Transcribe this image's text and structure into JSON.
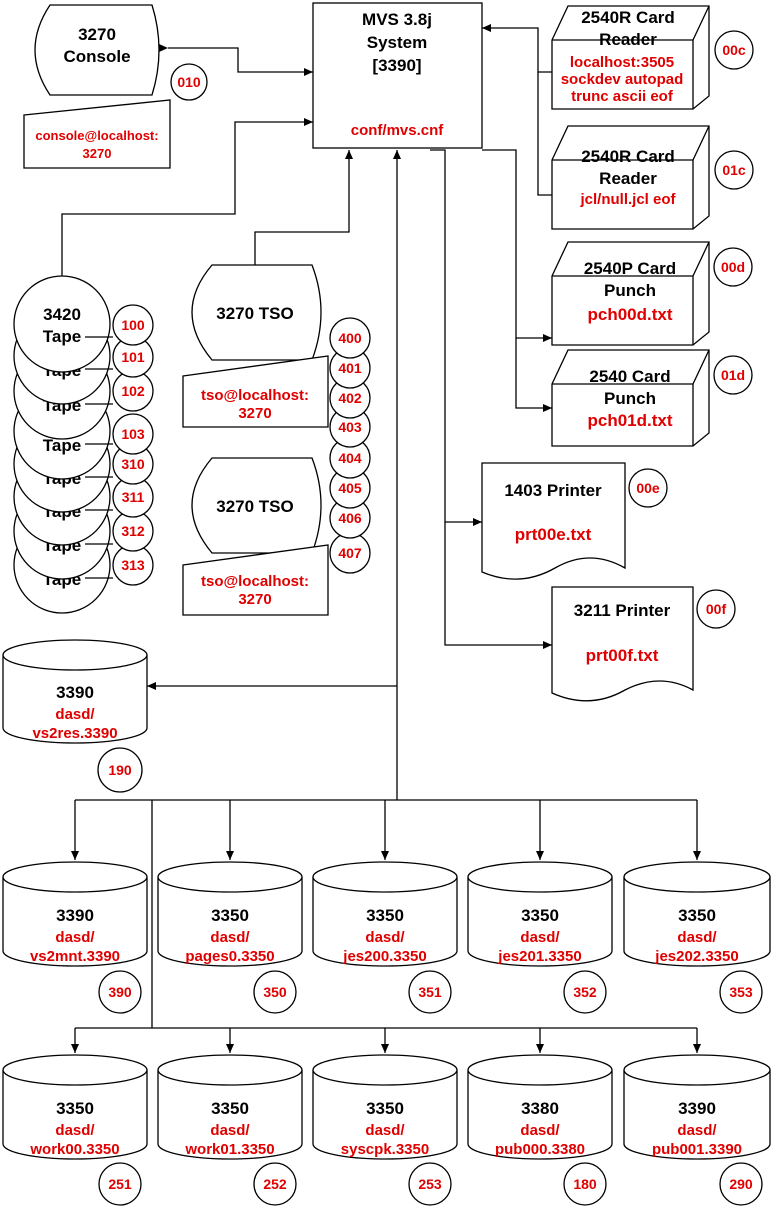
{
  "colors": {
    "label": "#000000",
    "detail": "#e00000",
    "line": "#000000",
    "background": "#ffffff"
  },
  "system": {
    "title_lines": [
      "MVS 3.8j",
      "System",
      "[3390]"
    ],
    "config": "conf/mvs.cnf"
  },
  "console": {
    "title_lines": [
      "3270",
      "Console"
    ],
    "address": "010",
    "terminal_lines": [
      "console@localhost:",
      "3270"
    ]
  },
  "readers": [
    {
      "title_lines": [
        "2540R Card",
        "Reader"
      ],
      "detail_lines": [
        "localhost:3505",
        "sockdev autopad",
        "trunc ascii eof"
      ],
      "address": "00c"
    },
    {
      "title_lines": [
        "2540R Card",
        "Reader"
      ],
      "detail_lines": [
        "jcl/null.jcl eof"
      ],
      "address": "01c"
    }
  ],
  "punches": [
    {
      "title_lines": [
        "2540P Card",
        "Punch"
      ],
      "detail": "pch00d.txt",
      "address": "00d"
    },
    {
      "title_lines": [
        "2540 Card",
        "Punch"
      ],
      "detail": "pch01d.txt",
      "address": "01d"
    }
  ],
  "printers": [
    {
      "title": "1403 Printer",
      "detail": "prt00e.txt",
      "address": "00e"
    },
    {
      "title": "3211 Printer",
      "detail": "prt00f.txt",
      "address": "00f"
    }
  ],
  "tapes": {
    "label_lines": [
      "3420",
      "Tape"
    ],
    "stack_label": "Tape",
    "addresses": [
      "100",
      "101",
      "102",
      "103",
      "310",
      "311",
      "312",
      "313"
    ]
  },
  "tso_groups": [
    {
      "title": "3270 TSO",
      "terminal_lines": [
        "tso@localhost:",
        "3270"
      ],
      "addresses": [
        "400",
        "401",
        "402",
        "403"
      ]
    },
    {
      "title": "3270 TSO",
      "terminal_lines": [
        "tso@localhost:",
        "3270"
      ],
      "addresses": [
        "404",
        "405",
        "406",
        "407"
      ]
    }
  ],
  "ipl_volume": {
    "model": "3390",
    "file_lines": [
      "dasd/",
      "vs2res.3390"
    ],
    "address": "190"
  },
  "dasd_rows": [
    [
      {
        "model": "3390",
        "file_lines": [
          "dasd/",
          "vs2mnt.3390"
        ],
        "address": "390"
      },
      {
        "model": "3350",
        "file_lines": [
          "dasd/",
          "pages0.3350"
        ],
        "address": "350"
      },
      {
        "model": "3350",
        "file_lines": [
          "dasd/",
          "jes200.3350"
        ],
        "address": "351"
      },
      {
        "model": "3350",
        "file_lines": [
          "dasd/",
          "jes201.3350"
        ],
        "address": "352"
      },
      {
        "model": "3350",
        "file_lines": [
          "dasd/",
          "jes202.3350"
        ],
        "address": "353"
      }
    ],
    [
      {
        "model": "3350",
        "file_lines": [
          "dasd/",
          "work00.3350"
        ],
        "address": "251"
      },
      {
        "model": "3350",
        "file_lines": [
          "dasd/",
          "work01.3350"
        ],
        "address": "252"
      },
      {
        "model": "3350",
        "file_lines": [
          "dasd/",
          "syscpk.3350"
        ],
        "address": "253"
      },
      {
        "model": "3380",
        "file_lines": [
          "dasd/",
          "pub000.3380"
        ],
        "address": "180"
      },
      {
        "model": "3390",
        "file_lines": [
          "dasd/",
          "pub001.3390"
        ],
        "address": "290"
      }
    ]
  ]
}
